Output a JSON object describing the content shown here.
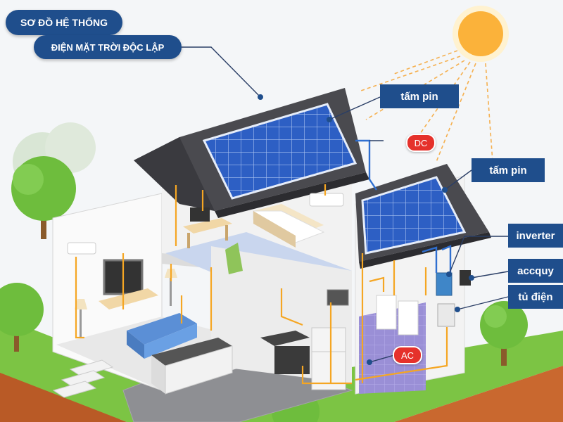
{
  "title": {
    "line1": "SƠ ĐỒ HỆ THỐNG",
    "line2": "ĐIỆN MẶT TRỜI ĐỘC LẬP"
  },
  "labels": {
    "panel_main": "tấm pin",
    "panel_side": "tấm pin",
    "inverter": "inverter",
    "battery": "accquy",
    "cabinet": "tủ điện"
  },
  "tags": {
    "dc": "DC",
    "ac": "AC"
  },
  "colors": {
    "label_bg": "#1f4e8c",
    "tag_red": "#e5312b",
    "wire_orange": "#f5a623",
    "wire_blue": "#2f6fd0",
    "sun": "#fbb23a",
    "roof": "#4a4a4f",
    "panel": "#2d5fc4",
    "grass": "#7cc444",
    "soil": "#c9682f"
  }
}
